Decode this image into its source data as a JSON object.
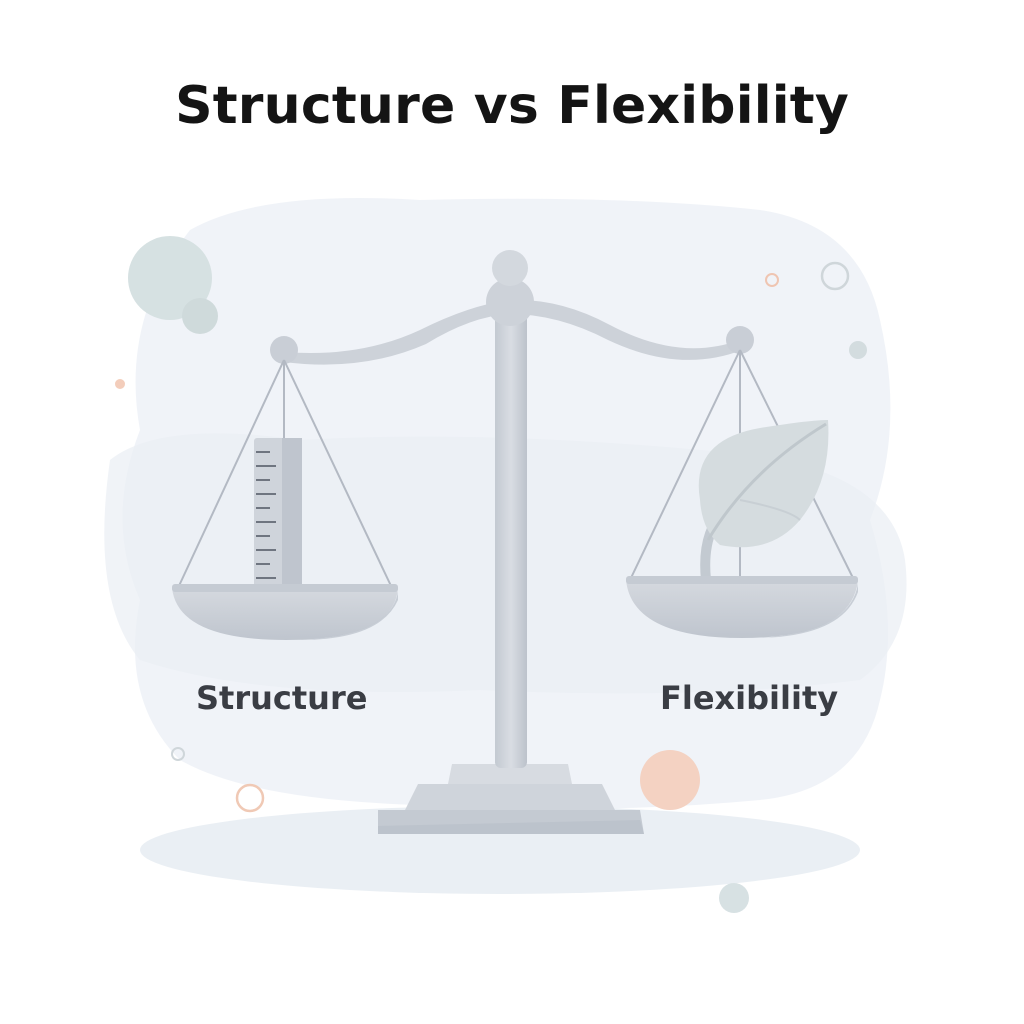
{
  "title": "Structure vs Flexibility",
  "left_pan": {
    "label": "Structure",
    "icon": "ruler-icon"
  },
  "right_pan": {
    "label": "Flexibility",
    "icon": "leaf-icon"
  },
  "colors": {
    "title": "#141414",
    "label": "#3a3d44",
    "scale": "#c9ced6",
    "scale_shadow": "#b3b9c3",
    "wash": "#eef2f7",
    "accent_peach": "#f2c9b6",
    "accent_teal": "#d6e1e2"
  }
}
